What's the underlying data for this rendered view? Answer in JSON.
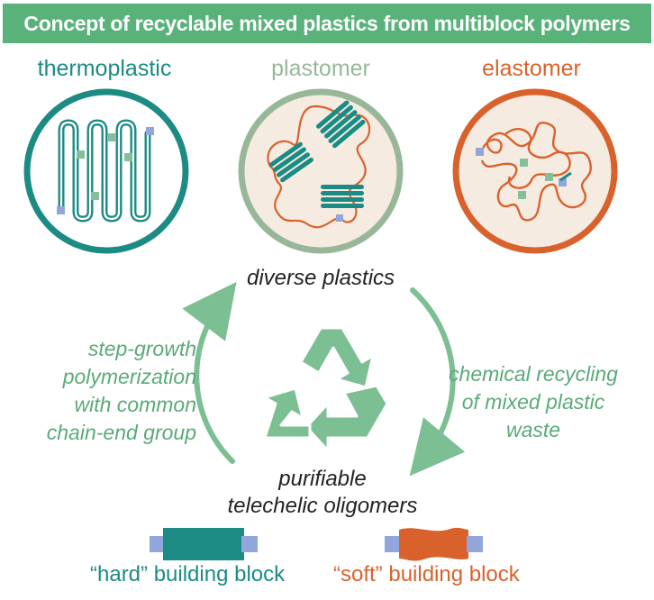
{
  "banner": {
    "title": "Concept of recyclable mixed plastics from multiblock polymers"
  },
  "polymer_types": [
    {
      "label": "thermoplastic",
      "color": "#1b8b84"
    },
    {
      "label": "plastomer",
      "color": "#98b799"
    },
    {
      "label": "elastomer",
      "color": "#d9622c"
    }
  ],
  "cycle": {
    "top_label": "diverse plastics",
    "bottom_label_line1": "purifiable",
    "bottom_label_line2": "telechelic oligomers",
    "left_lines": [
      "step-growth",
      "polymerization",
      "with common",
      "chain-end group"
    ],
    "right_lines": [
      "chemical recycling",
      "of mixed plastic",
      "waste"
    ],
    "arrow_color": "#7bbf93",
    "recycle_icon_color": "#7bbf93"
  },
  "legend": {
    "hard_prefix": "“hard”",
    "soft_prefix": "“soft”",
    "suffix": " building block",
    "hard_color": "#1b8b84",
    "soft_color": "#d9622c",
    "end_group_color": "#93a6db"
  },
  "colors": {
    "banner_bg": "#59b27a",
    "circle_fill": "#f6ebe1",
    "teal": "#1b8b84",
    "orange": "#d9622c",
    "sage": "#98b799",
    "square_green": "#84bf99",
    "square_blue": "#93a6db"
  }
}
